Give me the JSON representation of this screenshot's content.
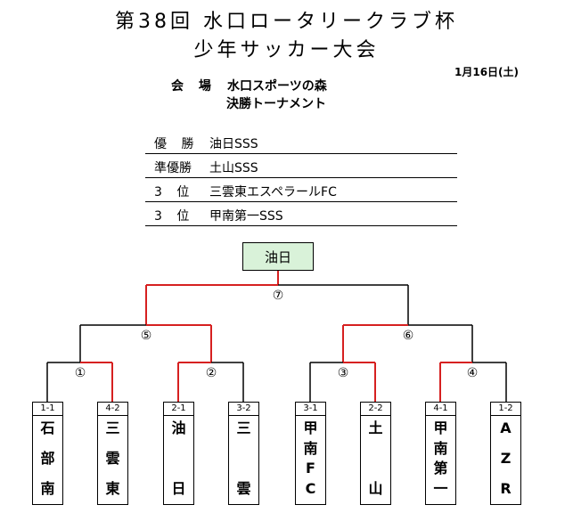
{
  "header": {
    "title_line1": "第38回 水口ロータリークラブ杯",
    "title_line2": "少年サッカー大会",
    "date": "1月16日(土)",
    "venue_label": "会 場",
    "venue_name": "水口スポーツの森",
    "subtitle": "決勝トーナメント"
  },
  "results": [
    {
      "rank": "優 勝",
      "team": "油日SSS"
    },
    {
      "rank": "準優勝",
      "team": "土山SSS"
    },
    {
      "rank": "3 位",
      "team": "三雲東エスペラールFC"
    },
    {
      "rank": "3 位",
      "team": "甲南第一SSS"
    }
  ],
  "bracket": {
    "winner": "油日",
    "match_numbers": [
      "①",
      "②",
      "③",
      "④",
      "⑤",
      "⑥",
      "⑦"
    ],
    "teams": [
      {
        "score": "1-1",
        "chars": [
          "石",
          "部",
          "南"
        ]
      },
      {
        "score": "4-2",
        "chars": [
          "三",
          "雲",
          "東"
        ]
      },
      {
        "score": "2-1",
        "chars": [
          "油",
          "日"
        ]
      },
      {
        "score": "3-2",
        "chars": [
          "三",
          "雲"
        ]
      },
      {
        "score": "3-1",
        "chars": [
          "甲",
          "南",
          "F",
          "C"
        ]
      },
      {
        "score": "2-2",
        "chars": [
          "土",
          "山"
        ]
      },
      {
        "score": "4-1",
        "chars": [
          "甲",
          "南",
          "第",
          "一"
        ]
      },
      {
        "score": "1-2",
        "chars": [
          "A",
          "Z",
          "R"
        ]
      }
    ],
    "colors": {
      "winner_path": "#d62020",
      "normal_path": "#000000",
      "winner_box_fill": "#d9f2d9"
    }
  }
}
